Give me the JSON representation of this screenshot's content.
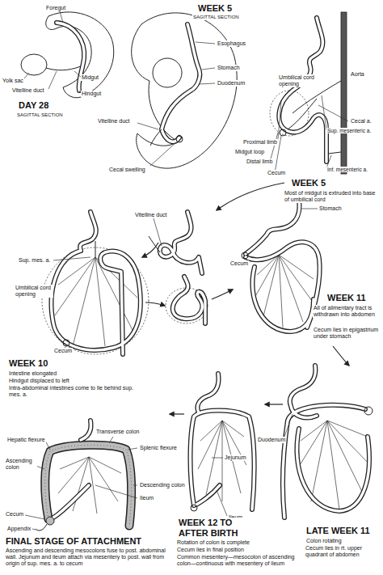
{
  "diagram": {
    "labels": [
      "Foregut",
      "Midgut",
      "Yolk sac",
      "Vitelline duct",
      "Hindgut",
      "DAY 28",
      "SAGITTAL SECTION",
      "WEEK 5",
      "SAGITTAL SECTION",
      "Esophagus",
      "Stomach",
      "Duodenum",
      "Vitelline duct",
      "Cecal swelling",
      "Aorta",
      "Umbilical cord opening",
      "Cecal a.",
      "Sup. mesenteric a.",
      "Proximal limb",
      "Midgut loop",
      "Distal limb",
      "Cecum",
      "Inf. mesenteric a.",
      "WEEK 5",
      "Most of midgut is extruded into base of umbilical cord",
      "Vitelline duct",
      "Sup. mes. a.",
      "Umbilical cord opening",
      "Cecum",
      "WEEK 10",
      "Intestine elongated",
      "Hindgut displaced to left",
      "Intra-abdominal intestines come to lie behind sup. mes. a.",
      "Stomach",
      "Cecum",
      "WEEK 11",
      "All of alimentary tract is withdrawn into abdomen",
      "Cecum lies in epigastrium under stomach",
      "Duodenum",
      "Jejunum",
      "Ileum",
      "LATE WEEK 11",
      "Colon rotating",
      "Cecum lies in rt. upper quadrant of abdomen",
      "WEEK 12 TO AFTER BIRTH",
      "Rotation of colon is complete",
      "Cecum lies in final position",
      "Common mesentery—mesocolon of ascending colon—continuous with mesentery of ileum",
      "Hepatic flexure",
      "Transverse colon",
      "Splenic flexure",
      "Ascending colon",
      "Descending colon",
      "Ileum",
      "Cecum",
      "Appendix",
      "FINAL STAGE OF ATTACHMENT",
      "Ascending and descending mesocolons fuse to post. abdominal wall. Jejunum and ileum attach via mesentery to post. wall from origin of sup. mes. a. to cecum"
    ]
  }
}
